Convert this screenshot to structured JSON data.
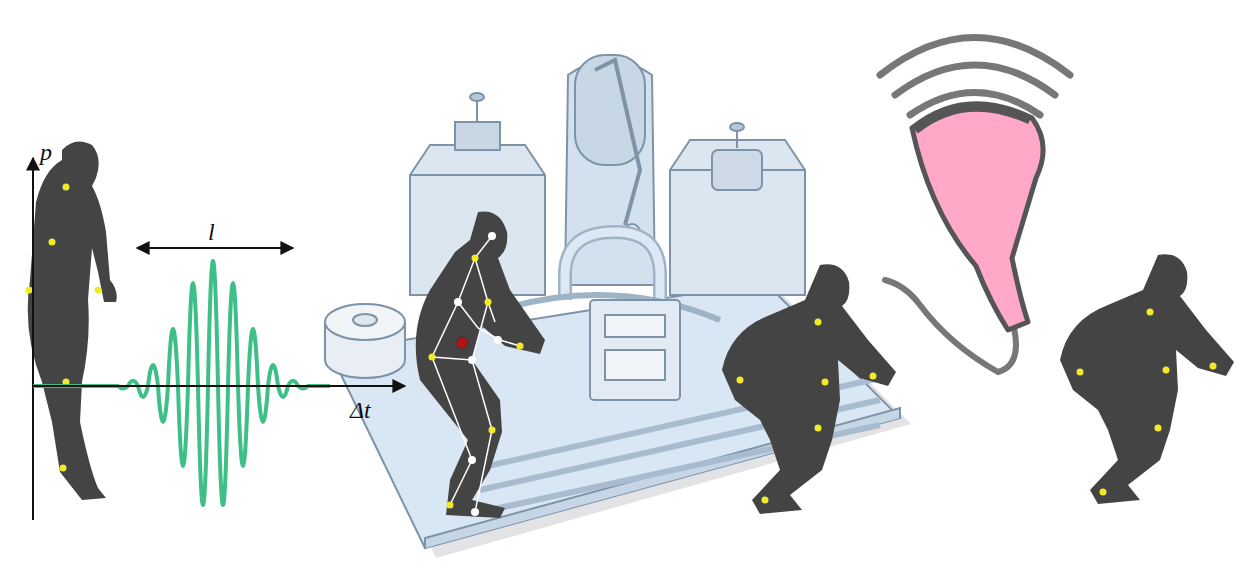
{
  "diagram": {
    "labels": [
      "p",
      "l",
      "Δt"
    ]
  }
}
